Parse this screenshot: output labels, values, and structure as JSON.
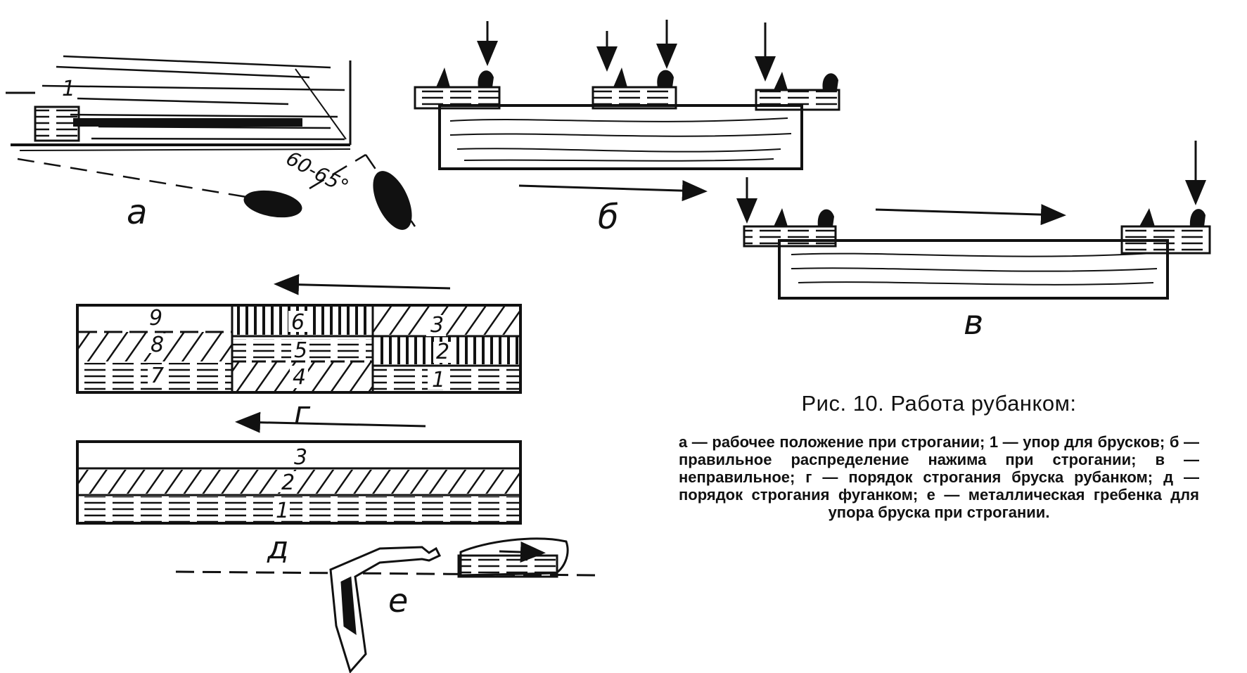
{
  "labels": {
    "a": "а",
    "b": "б",
    "v": "в",
    "g": "г",
    "d": "д",
    "e": "е"
  },
  "angle_label": "60-65°",
  "stop_number": "1",
  "board_g_numbers": [
    "1",
    "2",
    "3",
    "4",
    "5",
    "6",
    "7",
    "8",
    "9"
  ],
  "board_d_numbers": [
    "1",
    "2",
    "3"
  ],
  "caption": {
    "title": "Рис. 10. Работа рубанком:",
    "body": "а — рабочее положение при строгании; 1 — упор для брусков; б — правильное распределение нажима при строгании; в — неправильное; г — порядок строгания бруска рубанком; д — порядок строгания фуганком; е — металлическая гребенка для упора бруска при строгании."
  },
  "colors": {
    "ink": "#111111",
    "paper": "#ffffff"
  }
}
